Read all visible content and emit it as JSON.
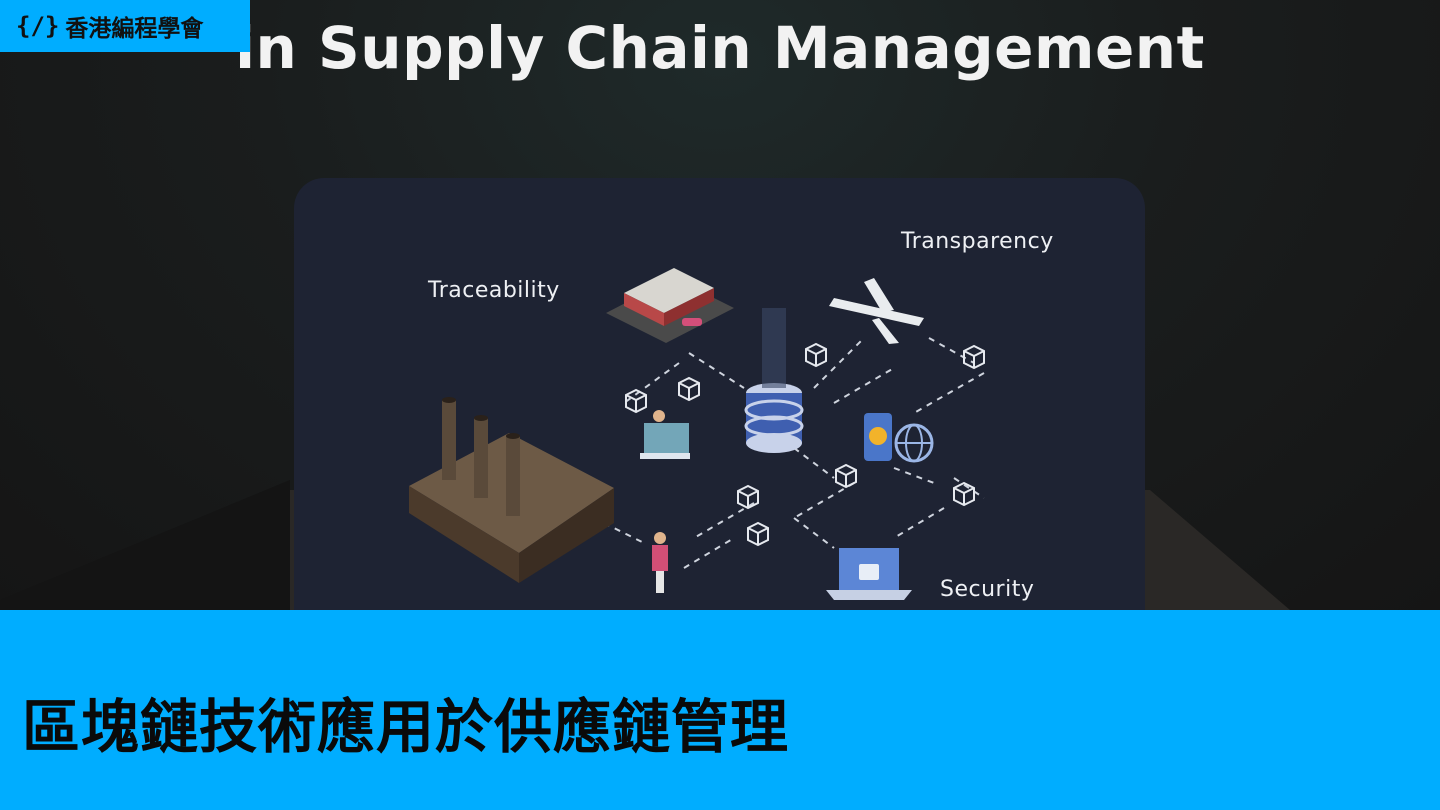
{
  "brand": {
    "logo_mark": "{/}",
    "name": "香港編程學會"
  },
  "hero": {
    "title": "in Supply Chain Management",
    "labels": {
      "traceability": "Traceability",
      "transparency": "Transparency",
      "security": "Security"
    }
  },
  "caption": {
    "text": "區塊鏈技術應用於供應鏈管理"
  },
  "colors": {
    "accent": "#00adff",
    "card": "#1e2333",
    "background": "#1a1d1d"
  }
}
